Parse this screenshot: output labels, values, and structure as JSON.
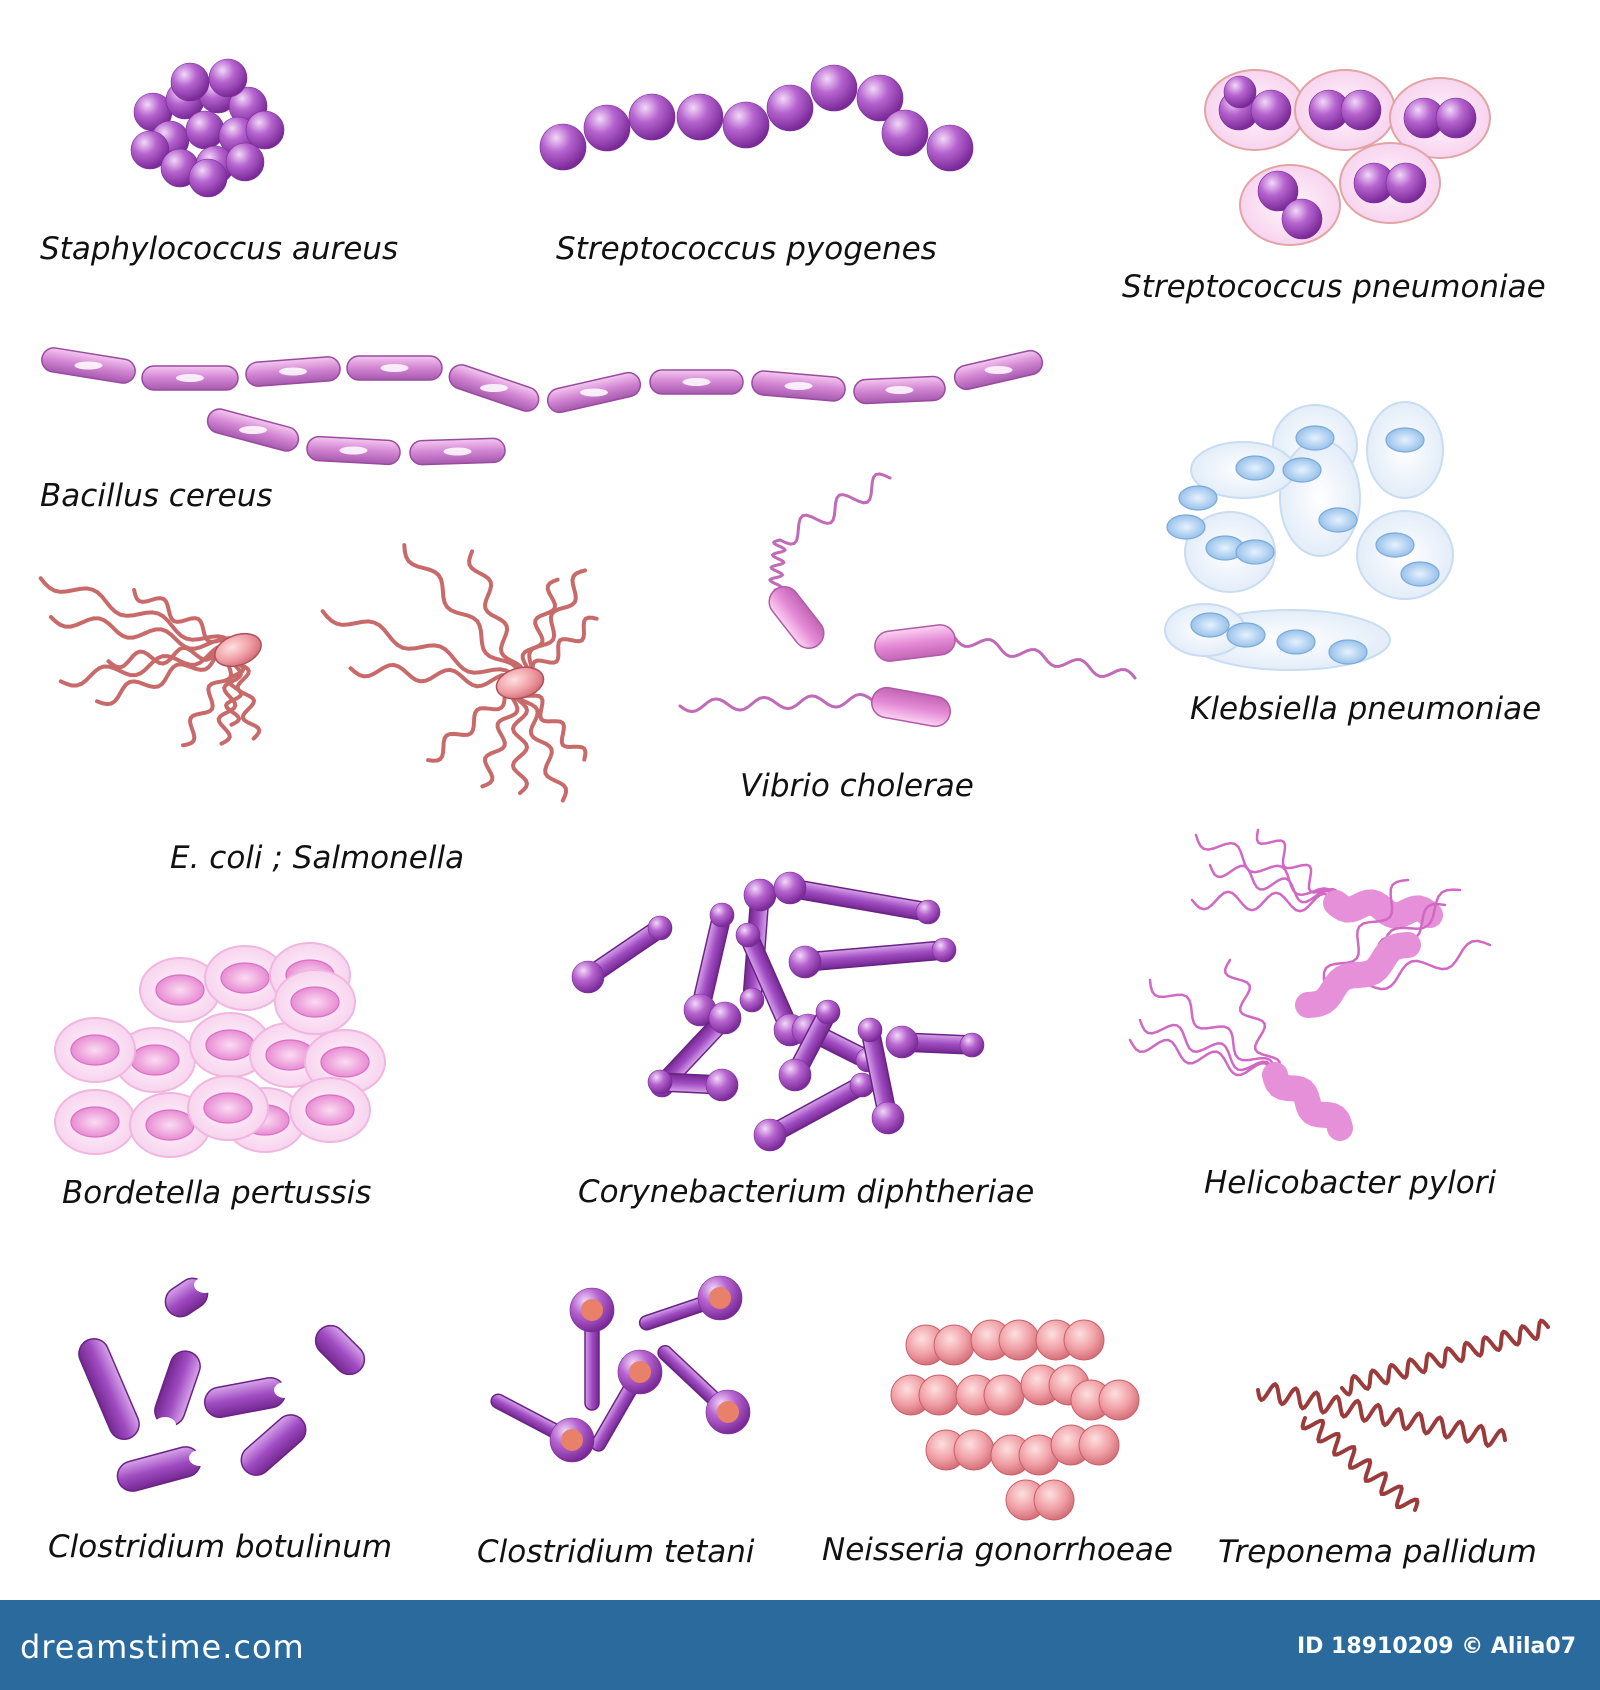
{
  "labels": {
    "staph": "Staphylococcus aureus",
    "strep_pyo": "Streptococcus pyogenes",
    "strep_pneu": "Streptococcus pneumoniae",
    "bacillus": "Bacillus cereus",
    "klebsiella": "Klebsiella pneumoniae",
    "vibrio": "Vibrio cholerae",
    "ecoli": "E. coli ; Salmonella",
    "bordetella": "Bordetella pertussis",
    "coryne": "Corynebacterium diphtheriae",
    "helico": "Helicobacter pylori",
    "clos_bot": "Clostridium botulinum",
    "clos_tet": "Clostridium tetani",
    "neisseria": "Neisseria gonorrhoeae",
    "treponema": "Treponema pallidum"
  },
  "footer": {
    "brand": "dreamstime.com",
    "id": "ID 18910209 © Alila07"
  },
  "colors": {
    "violet": "#a24cc0",
    "pink": "#e690d8",
    "salmon": "#d4606a",
    "pale_blue": "#9cc4ea",
    "footer_bg": "#2a6a9c"
  }
}
